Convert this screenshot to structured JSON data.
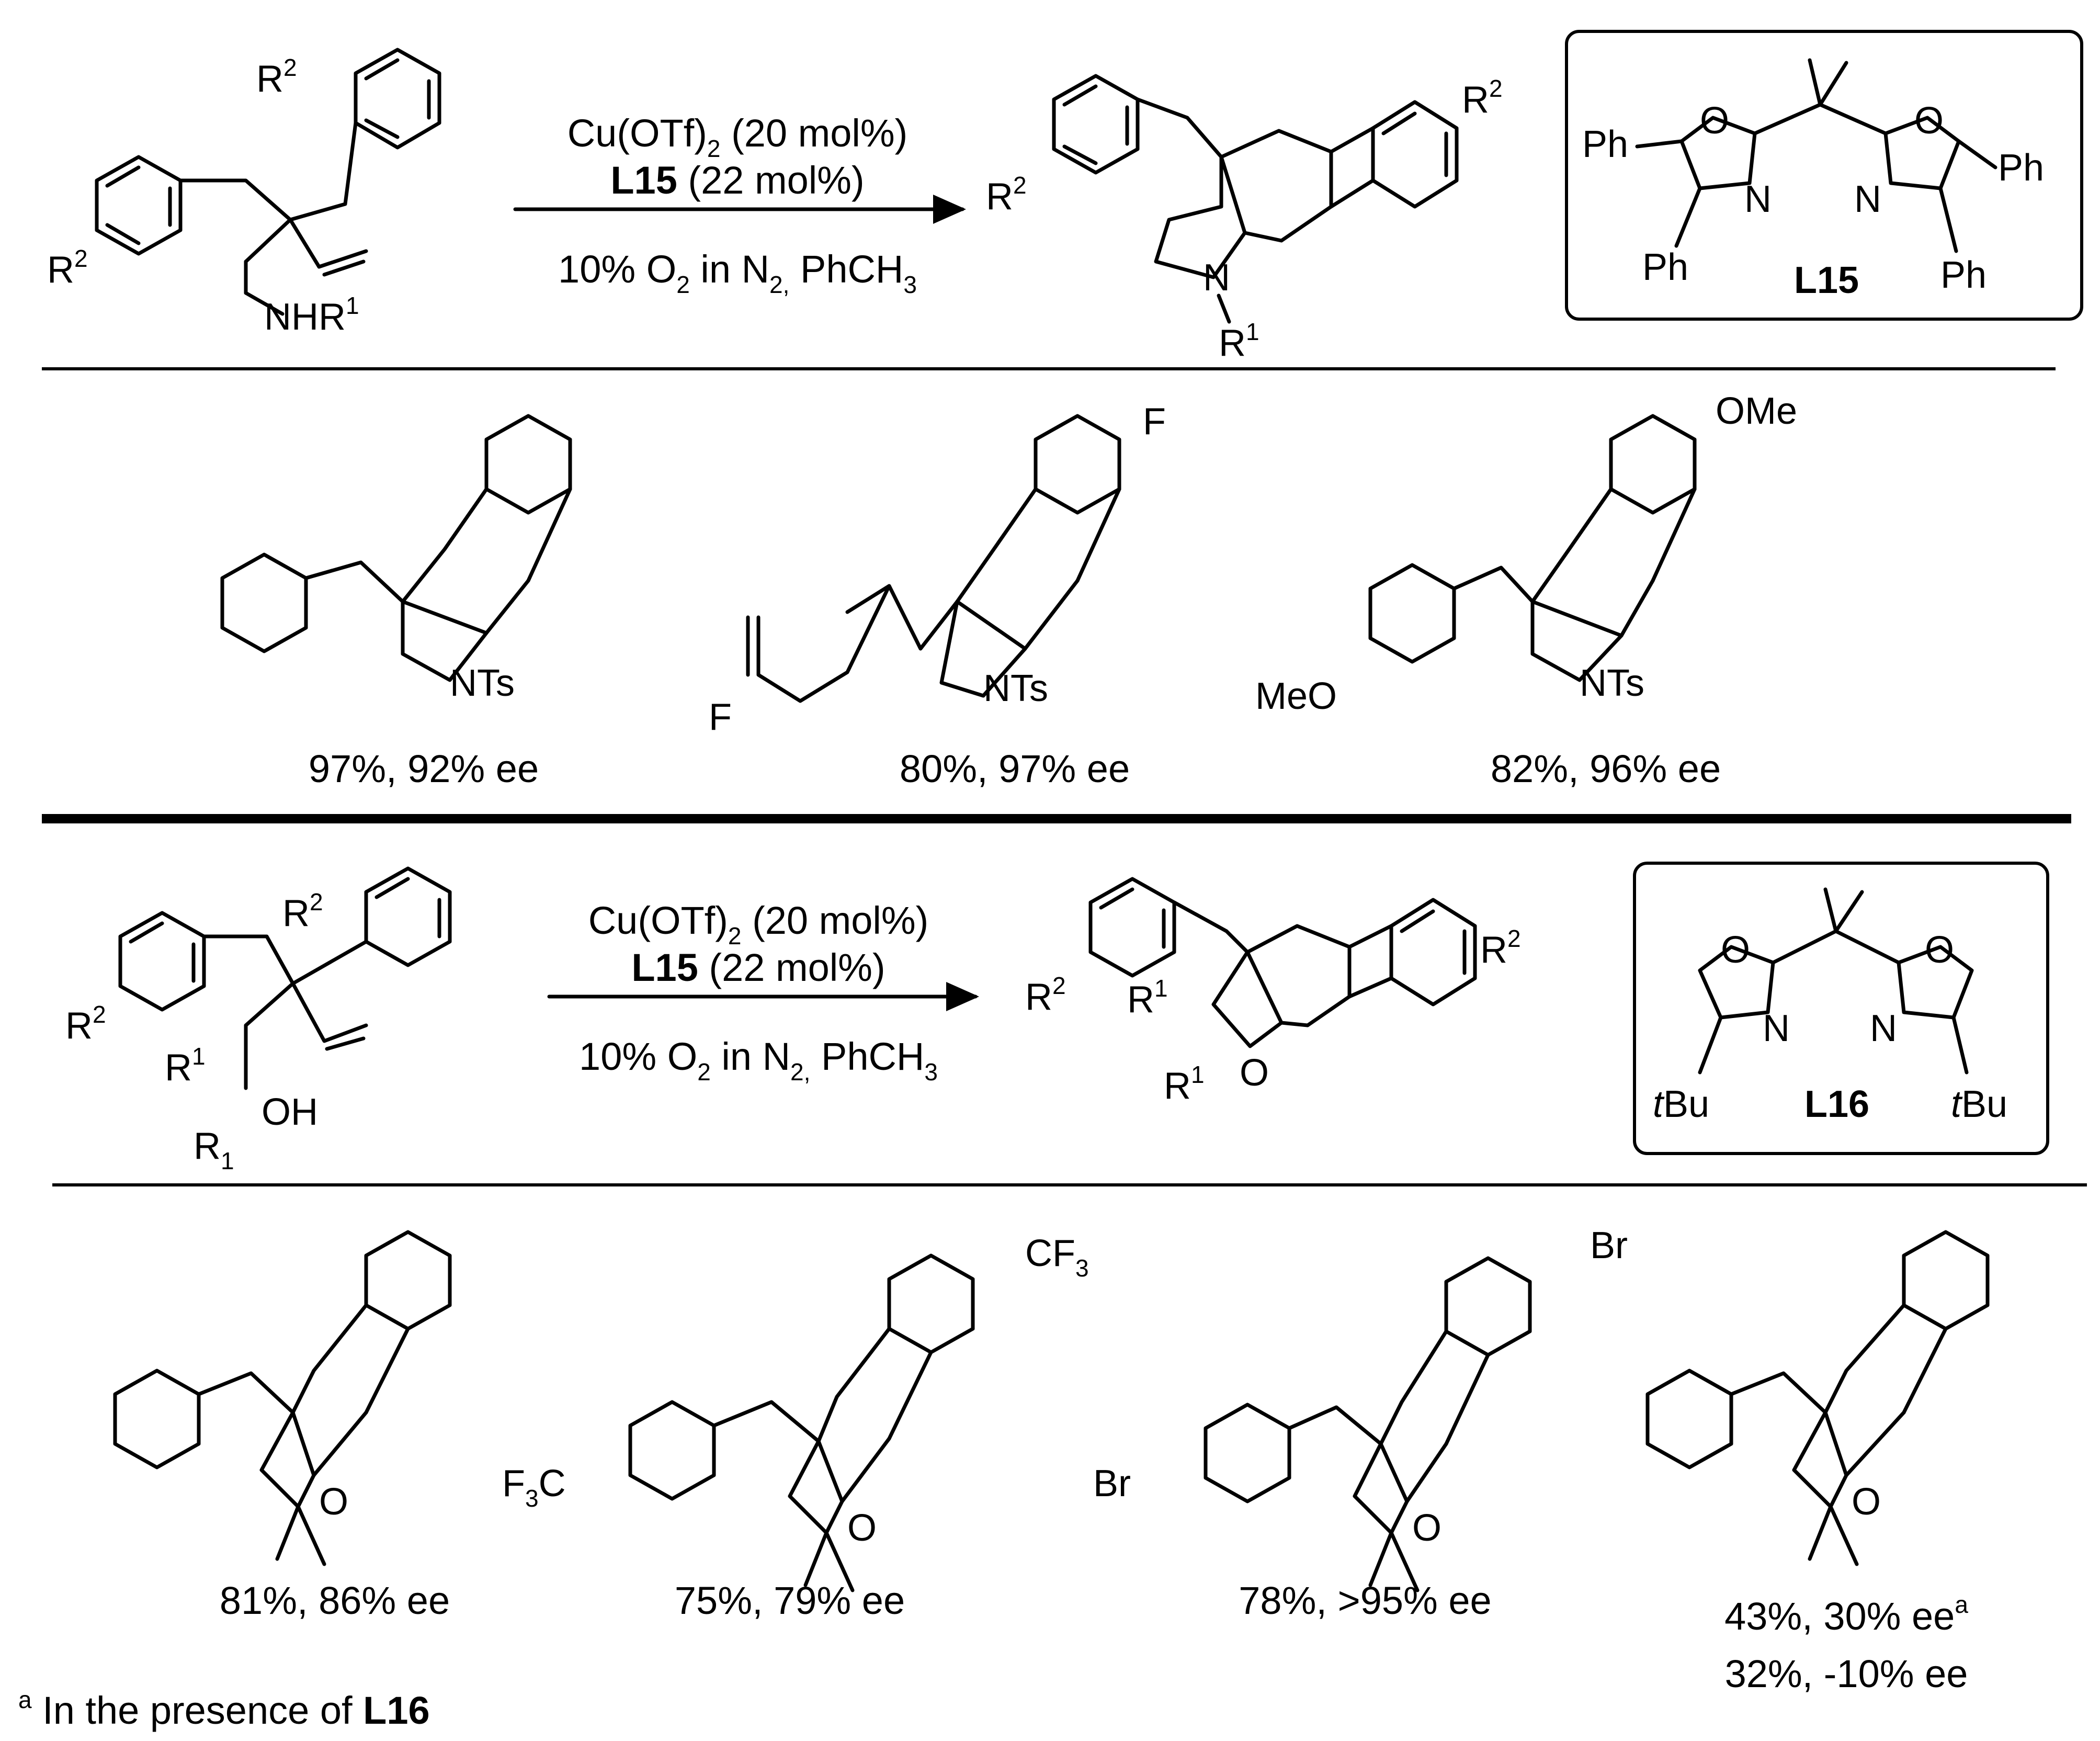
{
  "scheme1": {
    "conditions": {
      "line1_pre": "Cu(OTf)",
      "line1_sub": "2",
      "line1_post": " (20 mol%)",
      "line2_bold": "L15",
      "line2_post": " (22 mol%)",
      "line3_a": "10% O",
      "line3_sub1": "2",
      "line3_b": " in N",
      "line3_sub2": "2,",
      "line3_c": " PhCH",
      "line3_sub3": "3"
    },
    "substrate_labels": {
      "r2": "R",
      "sup2": "2",
      "amine": "NHR",
      "sup1": "1"
    },
    "product_labels": {
      "r2": "R",
      "sup2": "2",
      "n": "N",
      "r1": "R",
      "sup1": "1"
    },
    "ligand": {
      "name": "L15",
      "ph": "Ph",
      "o": "O",
      "n": "N"
    },
    "examples": [
      {
        "yield": "97%, 92% ee",
        "nts": "NTs"
      },
      {
        "yield": "80%, 97% ee",
        "nts": "NTs",
        "f_ring": "F",
        "f_vinyl": "F"
      },
      {
        "yield": "82%, 96% ee",
        "nts": "NTs",
        "ome": "OMe",
        "meo": "MeO"
      }
    ]
  },
  "scheme2": {
    "conditions": {
      "line1_pre": "Cu(OTf)",
      "line1_sub": "2",
      "line1_post": " (20 mol%)",
      "line2_bold": "L15",
      "line2_post": " (22 mol%)",
      "line3_a": "10% O",
      "line3_sub1": "2",
      "line3_b": " in N",
      "line3_sub2": "2,",
      "line3_c": " PhCH",
      "line3_sub3": "3"
    },
    "substrate_labels": {
      "r2": "R",
      "sup2": "2",
      "r1": "R",
      "sup1": "1",
      "oh": "OH",
      "r1b": "R",
      "sub1": "1"
    },
    "product_labels": {
      "r2": "R",
      "sup2": "2",
      "r1": "R",
      "sup1": "1",
      "o": "O"
    },
    "ligand": {
      "name": "L16",
      "tbu_t": "t",
      "tbu_bu": "Bu",
      "o": "O",
      "n": "N"
    },
    "examples": [
      {
        "yield": "81%, 86% ee",
        "o": "O"
      },
      {
        "yield": "75%, 79% ee",
        "o": "O",
        "cf3_ring": "CF",
        "cf3_sub": "3",
        "f3c_a": "F",
        "f3c_sub": "3",
        "f3c_b": "C"
      },
      {
        "yield": "78%, >95% ee",
        "o": "O",
        "br_ring": "Br",
        "br_aryl": "Br"
      },
      {
        "yield": "43%, 30% ee",
        "yield_sup": "a",
        "yield2": "32%, -10% ee",
        "o": "O"
      }
    ]
  },
  "footnote": {
    "mark": "a",
    "text": " In the presence of ",
    "ligand": "L16"
  }
}
